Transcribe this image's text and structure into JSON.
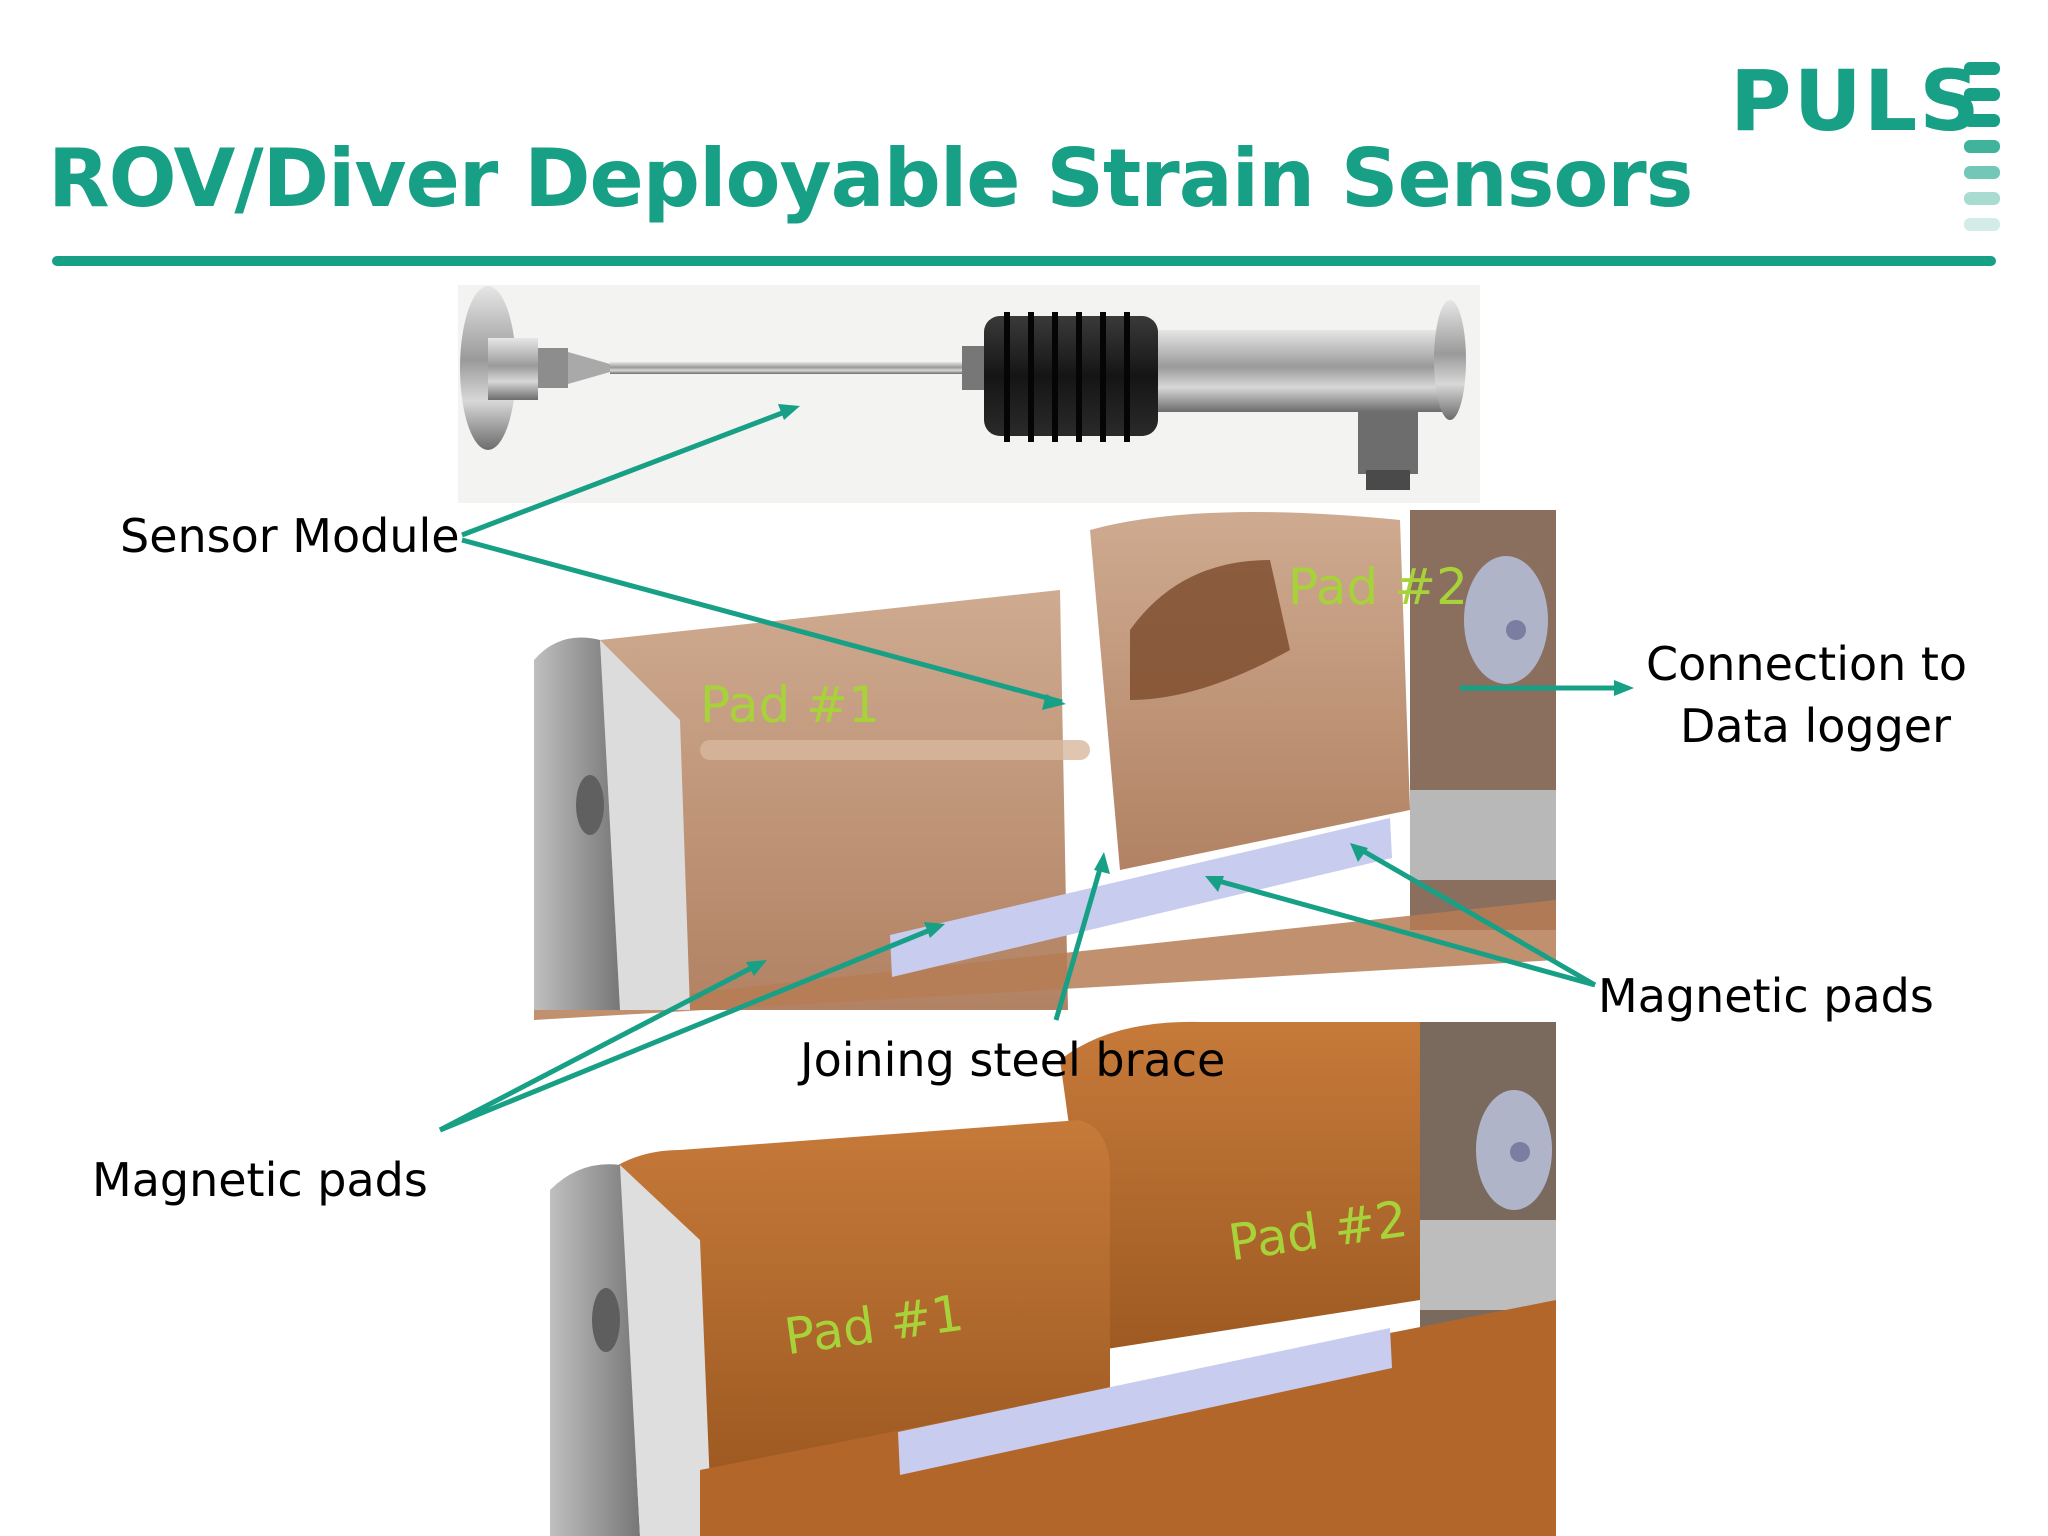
{
  "title": "ROV/Diver Deployable Strain Sensors",
  "logo": {
    "text": "PULS",
    "icon": "pulse-logo-bars"
  },
  "labels": {
    "sensor_module": "Sensor Module",
    "connection_line1": "Connection to",
    "connection_line2": "Data logger",
    "magnetic_pads_right": "Magnetic pads",
    "joining_brace": "Joining steel brace",
    "magnetic_pads_left": "Magnetic pads"
  },
  "pads": {
    "top_pad1": "Pad #1",
    "top_pad2": "Pad #2",
    "bottom_pad1": "Pad #1",
    "bottom_pad2": "Pad #2"
  },
  "colors": {
    "accent": "#17a086",
    "pad_label": "#a7d23a",
    "housing": "#b8692a"
  }
}
